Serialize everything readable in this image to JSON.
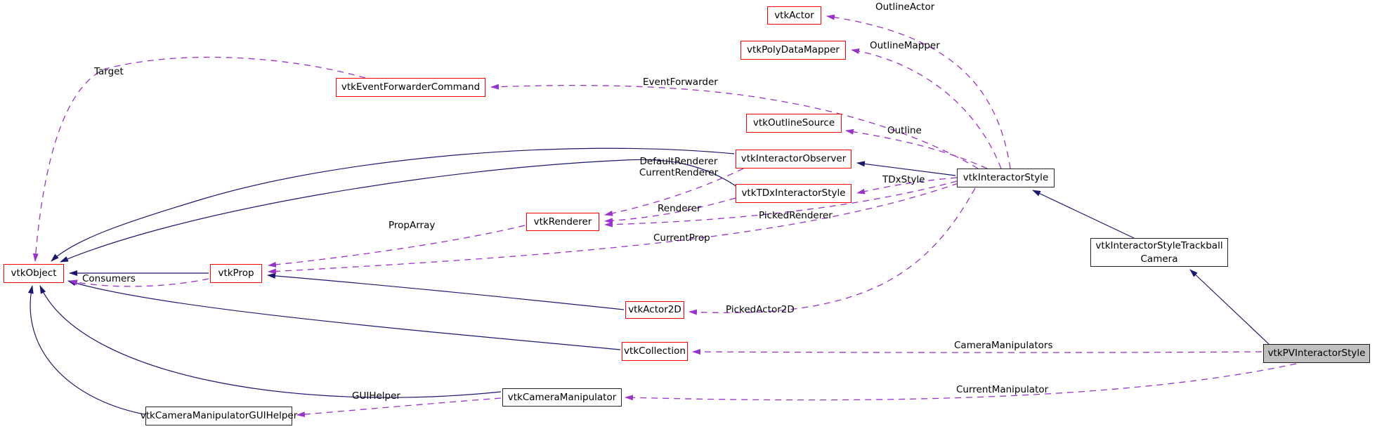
{
  "diagram_type": "class-collaboration-graph",
  "colors": {
    "background": "#ffffff",
    "inheritance_edge": "#191970",
    "usage_edge": "#9a32cd",
    "documented_node_border": "#ff0000",
    "plain_node_border": "#252525",
    "current_node_fill": "#bfbfbf",
    "text": "#000000"
  },
  "nodes": {
    "actor": "vtkActor",
    "polyDataMapper": "vtkPolyDataMapper",
    "eventForwarderCommand": "vtkEventForwarderCommand",
    "outlineSource": "vtkOutlineSource",
    "interactorObserver": "vtkInteractorObserver",
    "tdxInteractorStyle": "vtkTDxInteractorStyle",
    "renderer": "vtkRenderer",
    "interactorStyle": "vtkInteractorStyle",
    "object": "vtkObject",
    "prop": "vtkProp",
    "actor2d": "vtkActor2D",
    "collection": "vtkCollection",
    "cameraManipulator": "vtkCameraManipulator",
    "cameraManipulatorGUIHelper": "vtkCameraManipulatorGUIHelper",
    "interactorStyleTrackballCamera": "vtkInteractorStyleTrackball\nCamera",
    "pvInteractorStyle": "vtkPVInteractorStyle"
  },
  "edge_labels": {
    "outlineActor": "OutlineActor",
    "outlineMapper": "OutlineMapper",
    "eventForwarder": "EventForwarder",
    "target": "Target",
    "outline": "Outline",
    "defaultCurrentRenderer": "DefaultRenderer\nCurrentRenderer",
    "tdxStyle": "TDxStyle",
    "renderer": "Renderer",
    "pickedRenderer": "PickedRenderer",
    "propArray": "PropArray",
    "currentProp": "CurrentProp",
    "consumers": "Consumers",
    "pickedActor2d": "PickedActor2D",
    "cameraManipulators": "CameraManipulators",
    "guiHelper": "GUIHelper",
    "currentManipulator": "CurrentManipulator"
  }
}
